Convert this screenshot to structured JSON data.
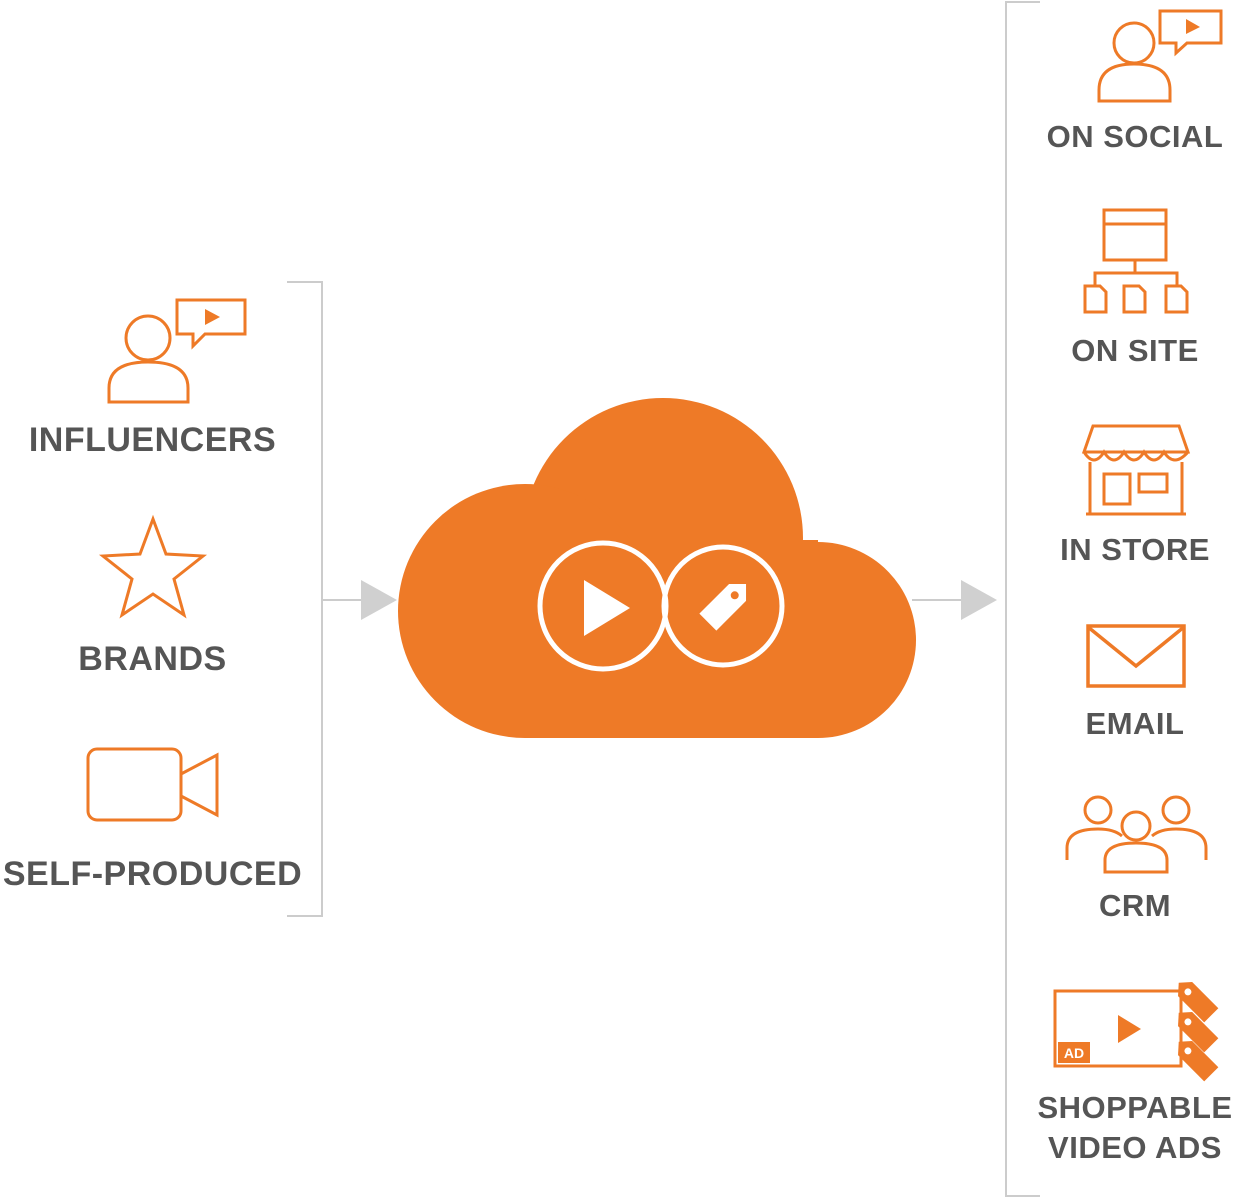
{
  "colors": {
    "accent": "#EE7A27",
    "text": "#555555",
    "line": "#CCCCCC",
    "arrow": "#D0D0D0"
  },
  "sources": {
    "items": [
      {
        "label": "INFLUENCERS",
        "icon": "influencer-icon"
      },
      {
        "label": "BRANDS",
        "icon": "star-icon"
      },
      {
        "label": "SELF-PRODUCED",
        "icon": "video-camera-icon"
      }
    ]
  },
  "center": {
    "icon": "cloud-icon",
    "inner_icons": [
      "play-circle-icon",
      "price-tag-circle-icon"
    ]
  },
  "channels": {
    "items": [
      {
        "label": "ON SOCIAL",
        "icon": "social-video-icon"
      },
      {
        "label": "ON SITE",
        "icon": "sitemap-icon"
      },
      {
        "label": "IN STORE",
        "icon": "storefront-icon"
      },
      {
        "label": "EMAIL",
        "icon": "envelope-icon"
      },
      {
        "label": "CRM",
        "icon": "people-group-icon"
      },
      {
        "label_line1": "SHOPPABLE",
        "label_line2": "VIDEO ADS",
        "badge": "AD",
        "icon": "shoppable-ad-icon"
      }
    ]
  }
}
